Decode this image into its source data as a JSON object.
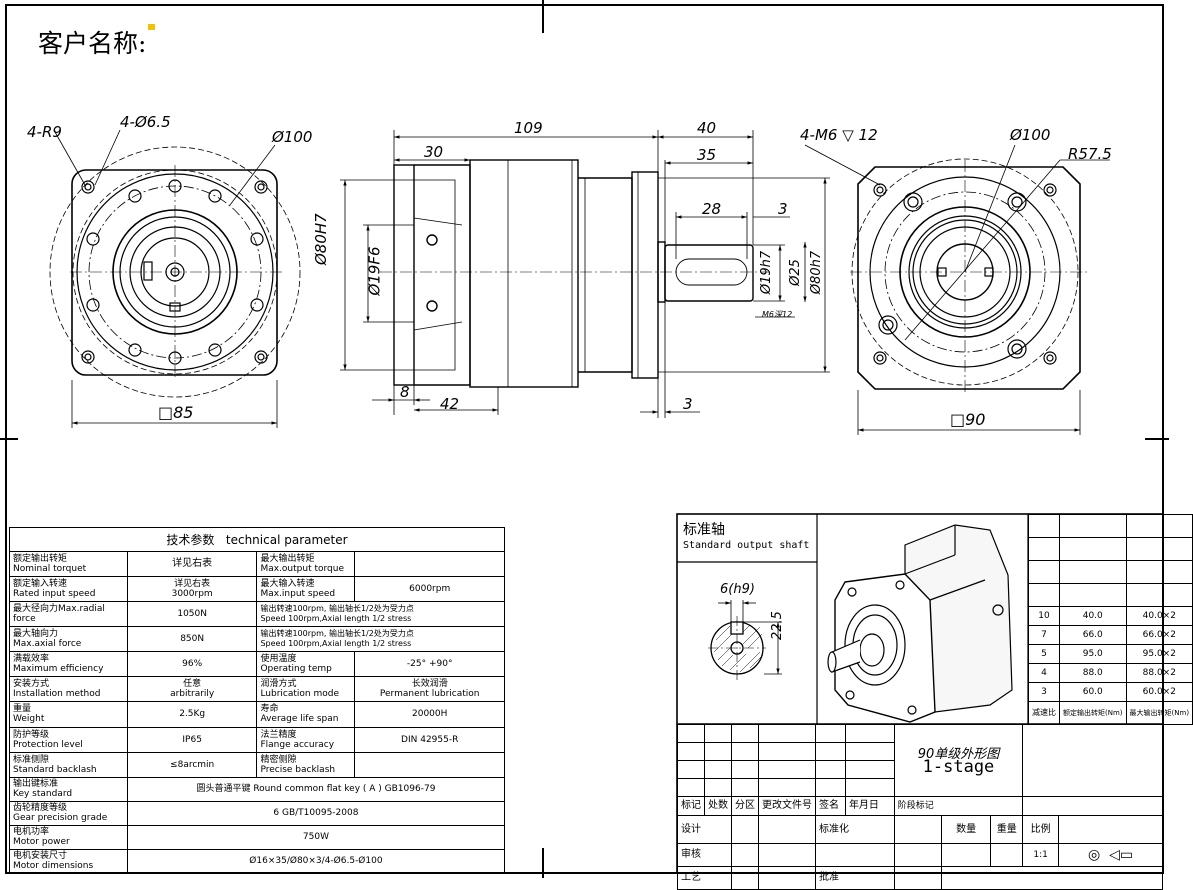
{
  "header": {
    "customer_label": "客户名称:"
  },
  "dims": {
    "front_left": {
      "r": "4-R9",
      "holes": "4-Ø6.5",
      "dia": "Ø100",
      "square": "□85"
    },
    "side": {
      "len109": "109",
      "len40": "40",
      "len35": "35",
      "len30": "30",
      "len28": "28",
      "len3a": "3",
      "len8": "8",
      "len42": "42",
      "len3b": "3",
      "d80h7a": "Ø80H7",
      "d19f6": "Ø19F6",
      "d19h7": "Ø19h7",
      "d25": "Ø25",
      "d80h7b": "Ø80h7",
      "thread": "M6深12"
    },
    "front_right": {
      "tap": "4-M6",
      "depth": "12",
      "dia": "Ø100",
      "r": "R57.5",
      "square": "□90"
    }
  },
  "params": {
    "title_cn": "技术参数",
    "title_en": "technical parameter",
    "rows": [
      {
        "l_cn": "额定输出转矩",
        "l_en": "Nominal torquet",
        "l_val": "详见右表",
        "r_cn": "最大输出转矩",
        "r_en": "Max.output torque",
        "r_val": ""
      },
      {
        "l_cn": "额定输入转速",
        "l_en": "Rated input speed",
        "l_val": "详见右表\n3000rpm",
        "r_cn": "最大输入转速",
        "r_en": "Max.input speed",
        "r_val": "6000rpm"
      },
      {
        "l_cn": "最大径向力Max.radial",
        "l_en": "force",
        "l_val": "1050N",
        "r_cn": "输出转速100rpm, 输出轴长1/2处为受力点",
        "r_en": "Speed 100rpm,Axial length 1/2 stress",
        "r_val": ""
      },
      {
        "l_cn": "最大轴向力",
        "l_en": "Max.axial force",
        "l_val": "850N",
        "r_cn": "输出转速100rpm, 输出轴长1/2处为受力点",
        "r_en": "Speed 100rpm,Axial length 1/2 stress",
        "r_val": ""
      },
      {
        "l_cn": "满载效率",
        "l_en": "Maximum efficiency",
        "l_val": "96%",
        "r_cn": "使用温度",
        "r_en": "Operating temp",
        "r_val": "-25° +90°"
      },
      {
        "l_cn": "安装方式",
        "l_en": "Installation method",
        "l_val": "任意\narbitrarily",
        "r_cn": "润滑方式",
        "r_en": "Lubrication mode",
        "r_val": "长效润滑\nPermanent lubrication"
      },
      {
        "l_cn": "重量",
        "l_en": "Weight",
        "l_val": "2.5Kg",
        "r_cn": "寿命",
        "r_en": "Average life span",
        "r_val": "20000H"
      },
      {
        "l_cn": "防护等级",
        "l_en": "Protection level",
        "l_val": "IP65",
        "r_cn": "法兰精度",
        "r_en": "Flange accuracy",
        "r_val": "DIN 42955-R"
      },
      {
        "l_cn": "标准侧隙",
        "l_en": "Standard backlash",
        "l_val": "≤8arcmin",
        "r_cn": "精密侧隙",
        "r_en": "Precise backlash",
        "r_val": ""
      }
    ],
    "wide_rows": [
      {
        "cn": "输出键标准",
        "en": "Key standard",
        "val": "圆头普通平键 Round common flat key ( A ) GB1096-79"
      },
      {
        "cn": "齿轮精度等级",
        "en": "Gear precision grade",
        "val": "6 GB/T10095-2008"
      },
      {
        "cn": "电机功率",
        "en": "Motor power",
        "val": "750W"
      },
      {
        "cn": "电机安装尺寸",
        "en": "Motor  dimensions",
        "val": "Ø16×35/Ø80×3/4-Ø6.5-Ø100"
      }
    ]
  },
  "shaft": {
    "title_cn": "标准轴",
    "title_en": "Standard output shaft",
    "key": "6(h9)",
    "height": "22.5"
  },
  "ratio_table": {
    "rows": [
      {
        "ratio": "10",
        "nom": "40.0",
        "max": "40.0×2"
      },
      {
        "ratio": "7",
        "nom": "66.0",
        "max": "66.0×2"
      },
      {
        "ratio": "5",
        "nom": "95.0",
        "max": "95.0×2"
      },
      {
        "ratio": "4",
        "nom": "88.0",
        "max": "88.0×2"
      },
      {
        "ratio": "3",
        "nom": "60.0",
        "max": "60.0×2"
      }
    ],
    "h_ratio": "减速比",
    "h_nom": "额定输出转矩(Nm)",
    "h_max": "最大输出转矩(Nm)"
  },
  "title_block": {
    "drawing_name": "90单级外形图",
    "stage": "1-stage",
    "labels": {
      "mark": "标记",
      "count": "处数",
      "zone": "分区",
      "doc": "更改文件号",
      "sign": "签名",
      "date": "年月日",
      "design": "设计",
      "std": "标准化",
      "review": "审核",
      "craft": "工艺",
      "approve": "批准",
      "stage_mark": "阶段标记",
      "qty": "数量",
      "weight": "重量",
      "scale": "比例"
    },
    "scale_val": "1:1"
  },
  "colors": {
    "line": "#000000",
    "stamp": "#f2c200"
  }
}
